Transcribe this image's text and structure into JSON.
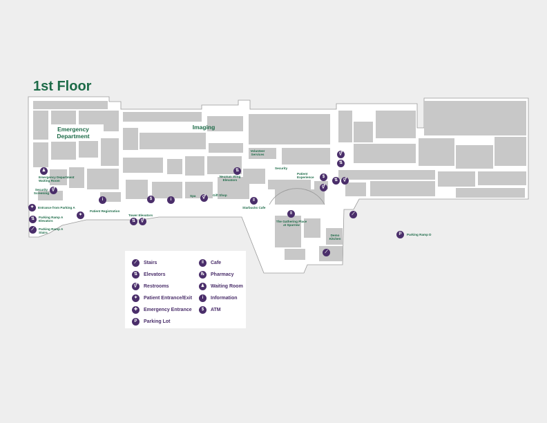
{
  "title": "1st Floor",
  "colors": {
    "background": "#eeeeee",
    "floor": "#ffffff",
    "rooms": "#c8c8c8",
    "label_green": "#1d6b48",
    "icon_purple": "#4a2e6a"
  },
  "areas": {
    "emergency": "Emergency Department",
    "imaging": "Imaging",
    "volunteer": "Volunteer Services",
    "security": "Security",
    "patient_experience": "Patient Experience",
    "neuman": "Neuman Wing Elevators",
    "gift_shop": "Gift Shop",
    "spa": "Spa",
    "starbucks": "Starbucks Cafe",
    "gathering": "The Gathering Place at Sparrow",
    "demo_kitchen": "Demo Kitchen",
    "parking_d": "Parking Ramp D",
    "ed_waiting": "Emergency Department Waiting Room",
    "security_screening": "Security Screening",
    "entrance_a": "Entrance from Parking A",
    "ramp_a_elev": "Parking Ramp A Elevators",
    "ramp_a_stairs": "Parking Ramp A Stairs",
    "patient_registration": "Patient Registration",
    "tower_elevators": "Tower Elevators"
  },
  "legend": {
    "left": [
      {
        "icon": "stairs-icon",
        "glyph": "⟋",
        "label": "Stairs"
      },
      {
        "icon": "elevator-icon",
        "glyph": "⇅",
        "label": "Elevators"
      },
      {
        "icon": "restroom-icon",
        "glyph": "⚥",
        "label": "Restrooms"
      },
      {
        "icon": "patient-entrance-icon",
        "glyph": "✦",
        "label": "Patient Entrance/Exit"
      },
      {
        "icon": "emergency-entrance-icon",
        "glyph": "✚",
        "label": "Emergency Entrance"
      },
      {
        "icon": "parking-icon",
        "glyph": "P",
        "label": "Parking Lot"
      }
    ],
    "right": [
      {
        "icon": "cafe-icon",
        "glyph": "‖",
        "label": "Cafe"
      },
      {
        "icon": "pharmacy-icon",
        "glyph": "℞",
        "label": "Pharmacy"
      },
      {
        "icon": "waiting-room-icon",
        "glyph": "♟",
        "label": "Waiting Room"
      },
      {
        "icon": "information-icon",
        "glyph": "i",
        "label": "Information"
      },
      {
        "icon": "atm-icon",
        "glyph": "$",
        "label": "ATM"
      }
    ]
  }
}
